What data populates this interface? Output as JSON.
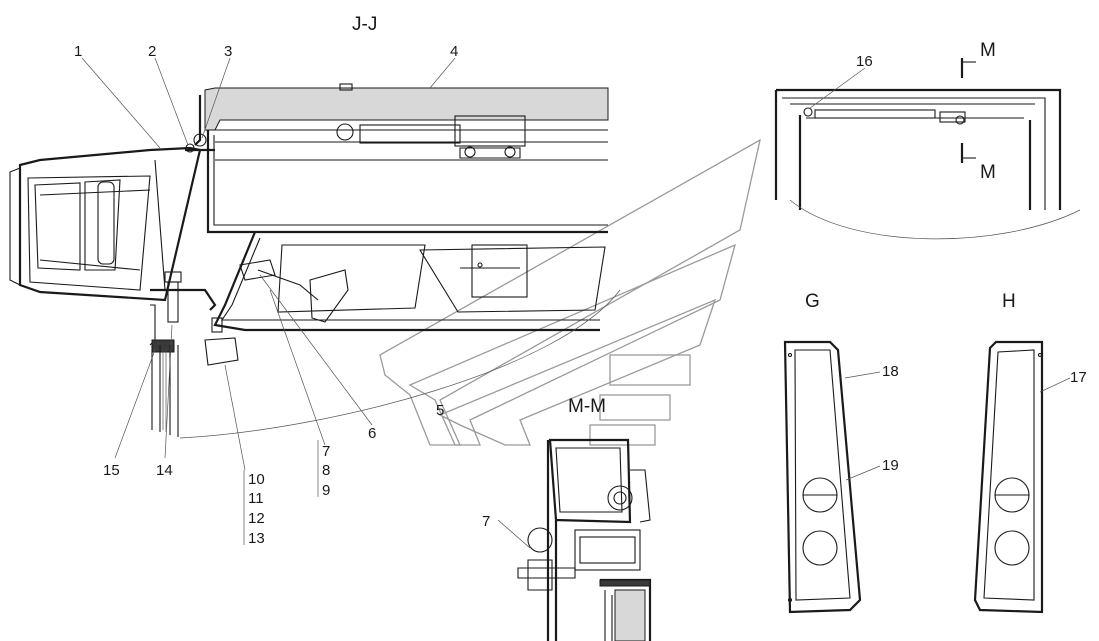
{
  "views": {
    "jj": {
      "title": "J-J"
    },
    "mm": {
      "title": "M-M"
    },
    "g": {
      "title": "G"
    },
    "h": {
      "title": "H"
    },
    "section_mark_top": "M",
    "section_mark_bottom": "M"
  },
  "callouts": {
    "c1": "1",
    "c2": "2",
    "c3": "3",
    "c4": "4",
    "c5": "5",
    "c6": "6",
    "c7a": "7",
    "c8": "8",
    "c9": "9",
    "c10": "10",
    "c11": "11",
    "c12": "12",
    "c13": "13",
    "c14": "14",
    "c15": "15",
    "c16": "16",
    "c17": "17",
    "c18": "18",
    "c19": "19",
    "c7b": "7"
  },
  "colors": {
    "ink": "#1a1a1a",
    "watermark": "#9a9a9a",
    "fill": "#d8d8d8"
  }
}
